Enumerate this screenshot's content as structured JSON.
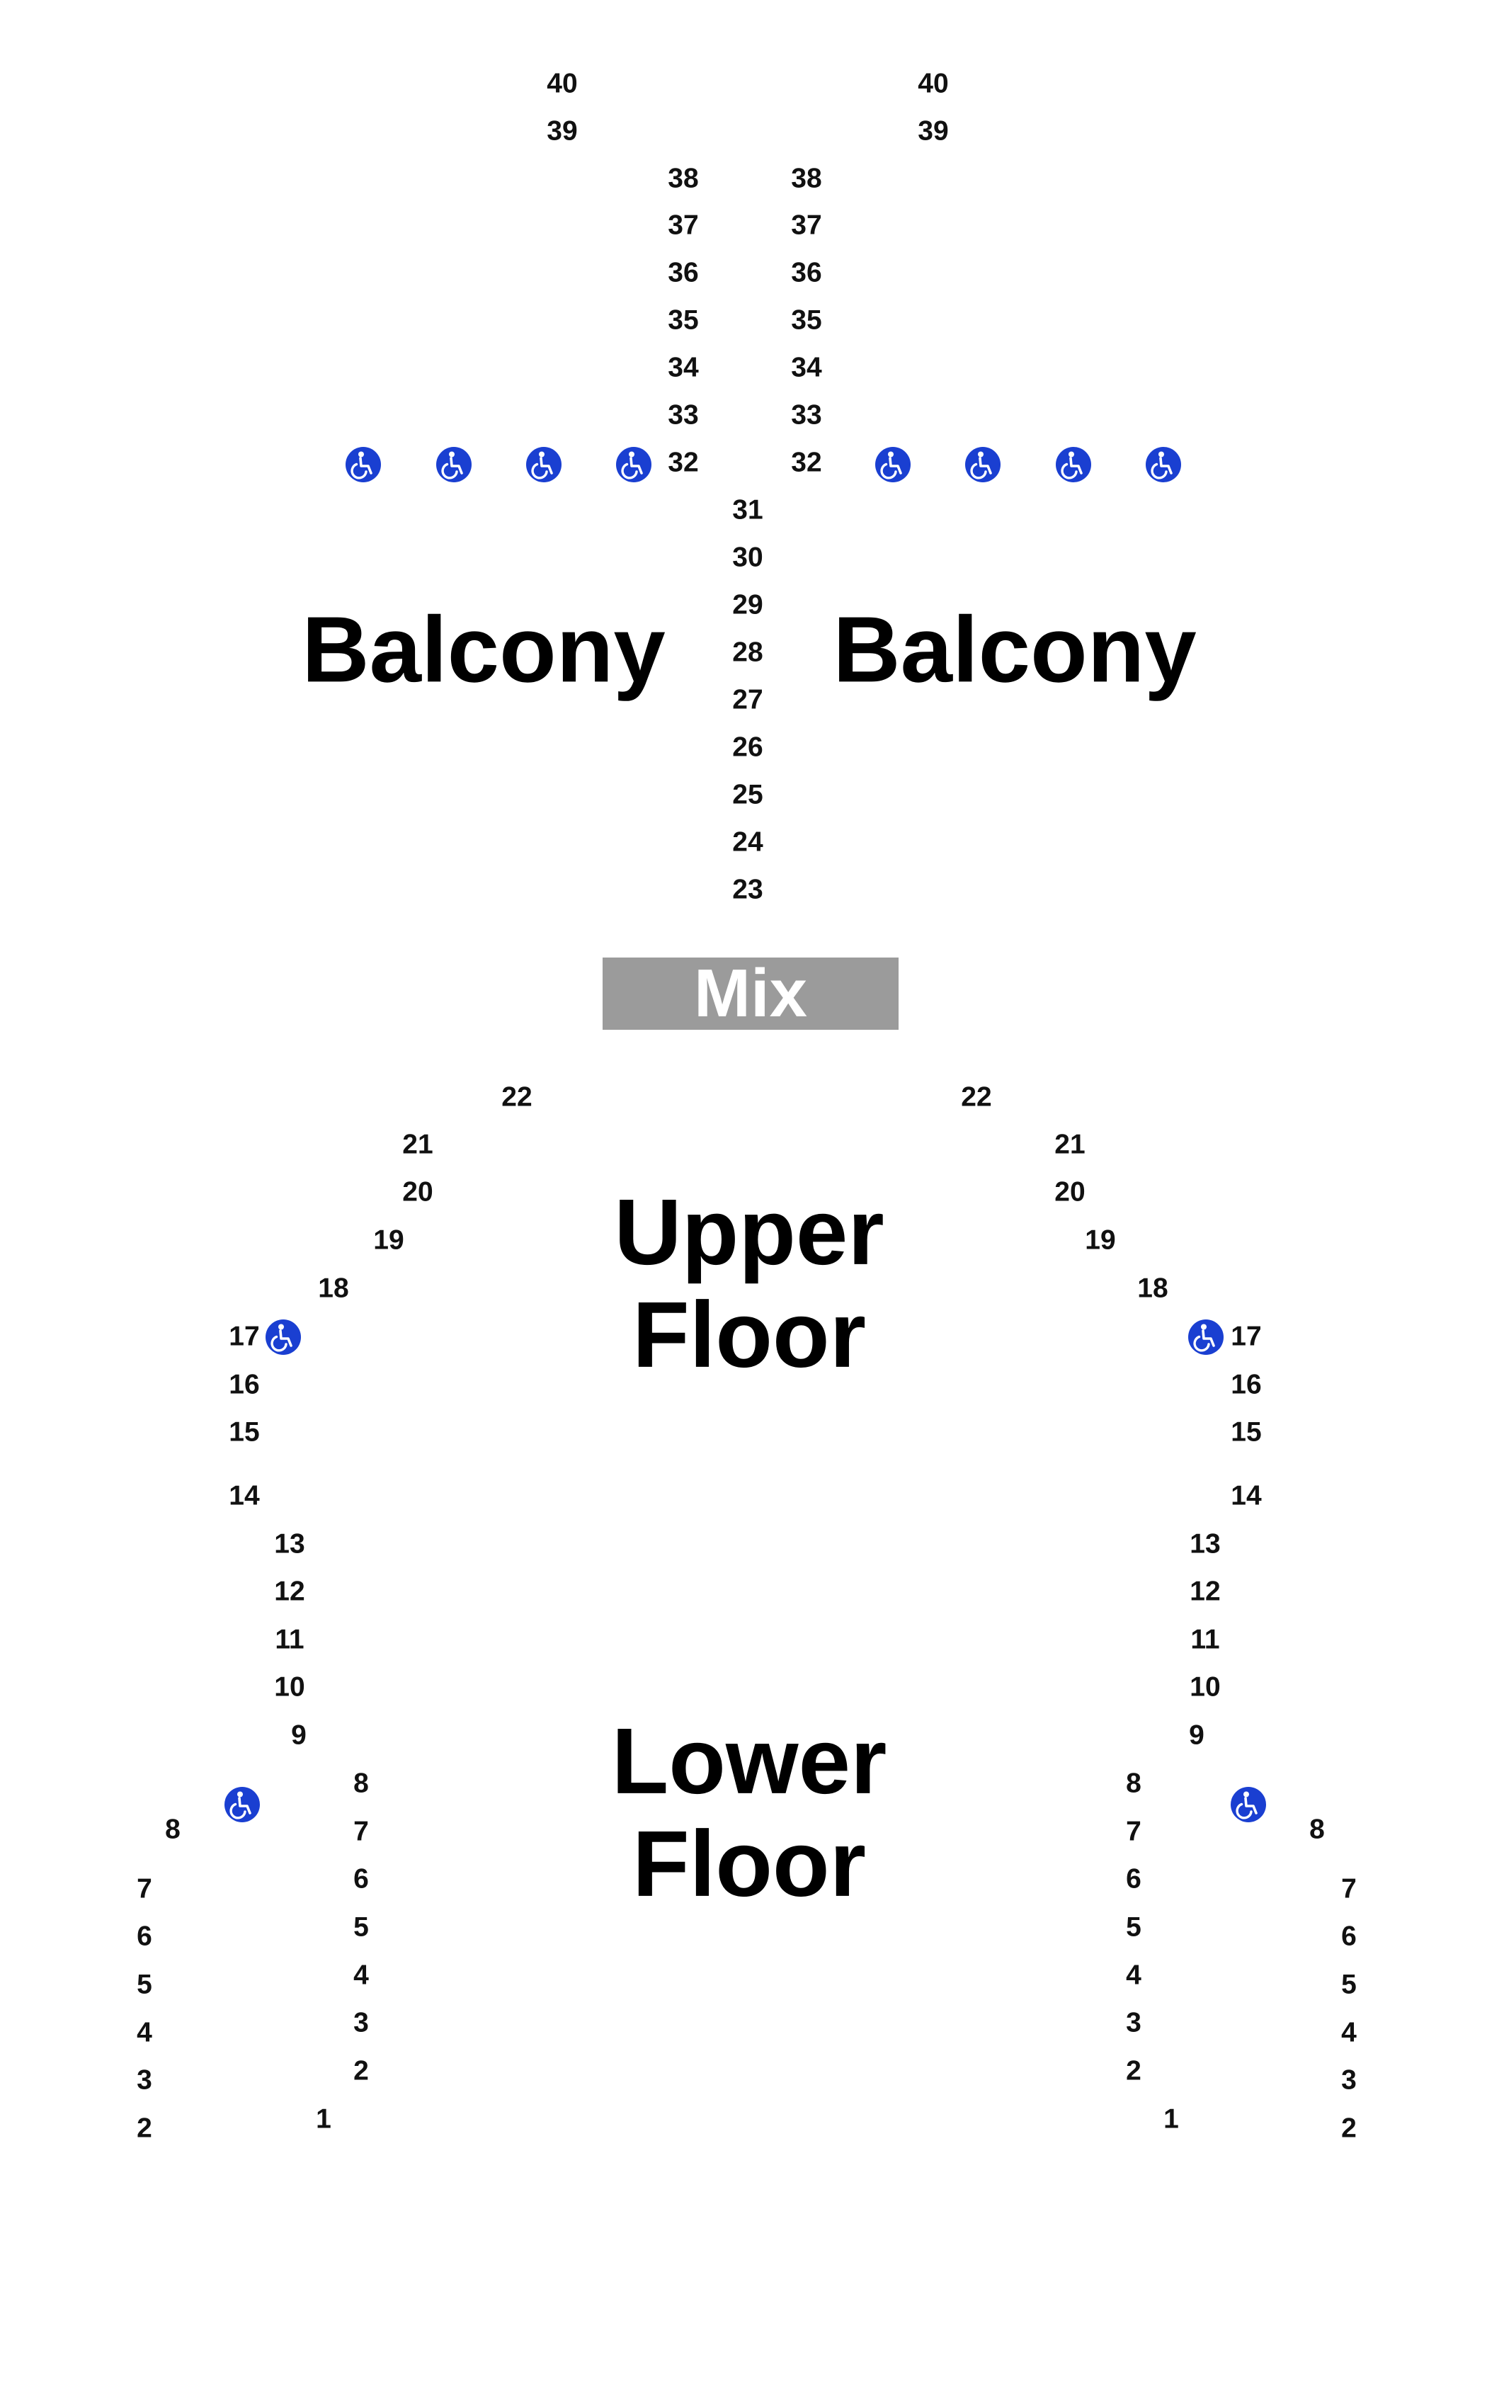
{
  "colors": {
    "accessible_icon": "#1a3fd1",
    "mix_box": "#9b9b9b",
    "text": "#111111"
  },
  "icons": {
    "accessible_seating": "wheelchair-icon"
  },
  "sections": {
    "balcony_left": "Balcony",
    "balcony_right": "Balcony",
    "mix": "Mix",
    "upper_floor_line1": "Upper",
    "upper_floor_line2": "Floor",
    "lower_floor_line1": "Lower",
    "lower_floor_line2": "Floor"
  },
  "rows": {
    "balcony_left_outer": [
      "40",
      "39"
    ],
    "balcony_left_inner": [
      "38",
      "37",
      "36",
      "35",
      "34",
      "33",
      "32"
    ],
    "balcony_right_inner": [
      "38",
      "37",
      "36",
      "35",
      "34",
      "33",
      "32"
    ],
    "balcony_right_outer": [
      "40",
      "39"
    ],
    "balcony_center": [
      "31",
      "30",
      "29",
      "28",
      "27",
      "26",
      "25",
      "24",
      "23"
    ],
    "upper_left": [
      "22",
      "21",
      "20",
      "19",
      "18",
      "17",
      "16",
      "15",
      "14"
    ],
    "upper_right": [
      "22",
      "21",
      "20",
      "19",
      "18",
      "17",
      "16",
      "15",
      "14"
    ],
    "lower_left_outer": [
      "13",
      "12",
      "11",
      "10",
      "9"
    ],
    "lower_left_inner": [
      "8",
      "7",
      "6",
      "5",
      "4",
      "3",
      "2",
      "1"
    ],
    "lower_left_side": [
      "8",
      "7",
      "6",
      "5",
      "4",
      "3",
      "2"
    ],
    "lower_right_outer": [
      "13",
      "12",
      "11",
      "10",
      "9"
    ],
    "lower_right_inner": [
      "8",
      "7",
      "6",
      "5",
      "4",
      "3",
      "2",
      "1"
    ],
    "lower_right_side": [
      "8",
      "7",
      "6",
      "5",
      "4",
      "3",
      "2"
    ]
  }
}
